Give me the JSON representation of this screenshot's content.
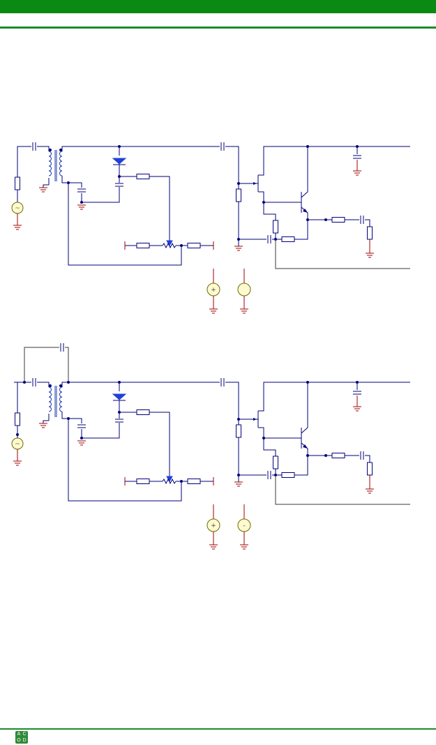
{
  "page": {
    "header_bar_color": "#0a8a12",
    "rule_color": "#1c8a2a"
  },
  "footer": {
    "logo_icon": "publisher-logo-icon",
    "logo_glyphs": [
      "A",
      "C",
      "O",
      "D"
    ]
  },
  "figures": [
    {
      "id": "schematic-1",
      "variant": "base"
    },
    {
      "id": "schematic-2",
      "variant": "with-feedback-capacitor"
    }
  ],
  "source_symbols": {
    "ac_source": "~",
    "plus": "+",
    "minus": "-"
  }
}
